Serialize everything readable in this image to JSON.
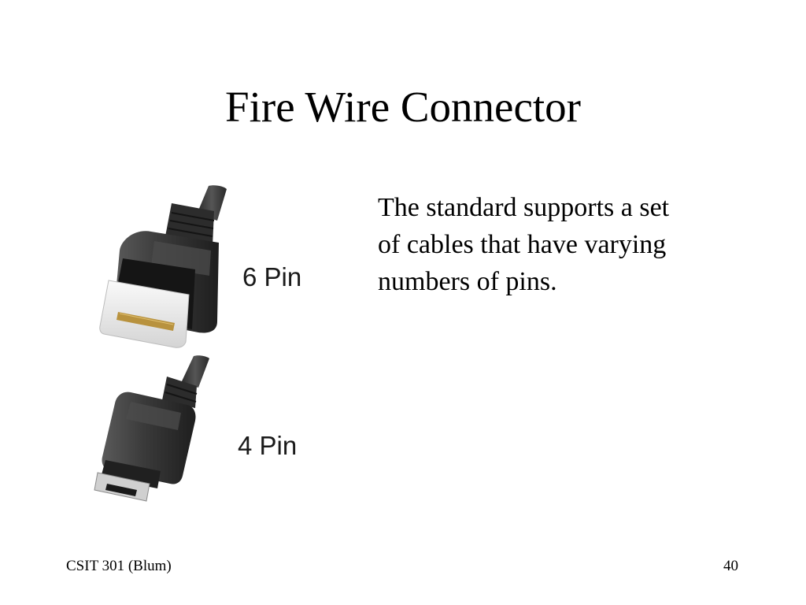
{
  "slide": {
    "title": "Fire Wire Connector",
    "body": "The standard supports a set of cables that have varying numbers of pins.",
    "labels": {
      "six_pin": "6 Pin",
      "four_pin": "4 Pin"
    },
    "footer": {
      "course": "CSIT 301 (Blum)",
      "page_number": "40"
    }
  },
  "icons": [
    "firewire-6-pin-connector-icon",
    "firewire-4-pin-connector-icon"
  ],
  "colors": {
    "background": "#ffffff",
    "text": "#000000",
    "connector_body": "#3a3a3a",
    "connector_plug_6pin": "#ececec",
    "connector_contacts": "#c9a24a"
  }
}
